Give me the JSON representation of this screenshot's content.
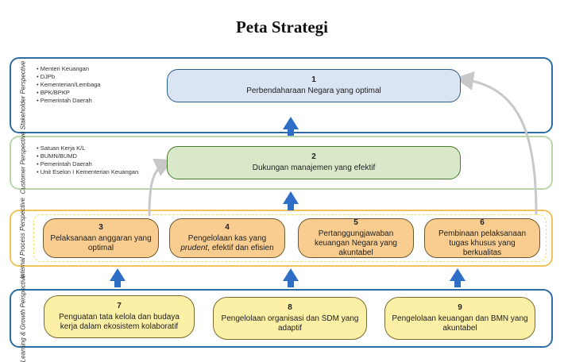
{
  "title": "Peta Strategi",
  "perspectives": {
    "stakeholder": {
      "label": "Stakeholder Perspective",
      "items": [
        "Menteri Keuangan",
        "DJPb",
        "Kementerian/Lembaga",
        "BPK/BPKP",
        "Pemerintah Daerah"
      ]
    },
    "customer": {
      "label": "Customer Perspective",
      "items": [
        "Satuan Kerja K/L",
        "BUMN/BUMD",
        "Pemerintah Daerah",
        "Unit Eselon I Kementerian Keuangan"
      ]
    },
    "internal": {
      "label": "Internal Process Perspective"
    },
    "learning": {
      "label": "Learning & Growth Perspective"
    }
  },
  "nodes": {
    "n1": {
      "number": "1",
      "text": "Perbendaharaan Negara yang optimal"
    },
    "n2": {
      "number": "2",
      "text": "Dukungan manajemen yang efektif"
    },
    "n3": {
      "number": "3",
      "text": "Pelaksanaan anggaran yang optimal"
    },
    "n4": {
      "number": "4",
      "text_before": "Pengelolaan kas yang ",
      "text_italic": "prudent",
      "text_after": ", efektif dan efisien"
    },
    "n5": {
      "number": "5",
      "text": "Pertanggungjawaban keuangan Negara yang akuntabel"
    },
    "n6": {
      "number": "6",
      "text": "Pembinaan pelaksanaan tugas khusus yang berkualitas"
    },
    "n7": {
      "number": "7",
      "text": "Penguatan tata kelola dan budaya kerja dalam ekosistem kolaboratif"
    },
    "n8": {
      "number": "8",
      "text": "Pengelolaan organisasi dan SDM yang adaptif"
    },
    "n9": {
      "number": "9",
      "text": "Pengelolaan keuangan dan BMN yang akuntabel"
    }
  },
  "colors": {
    "arrow_blue": "#2e6ec6",
    "connector_gray": "#c8c8c8"
  }
}
